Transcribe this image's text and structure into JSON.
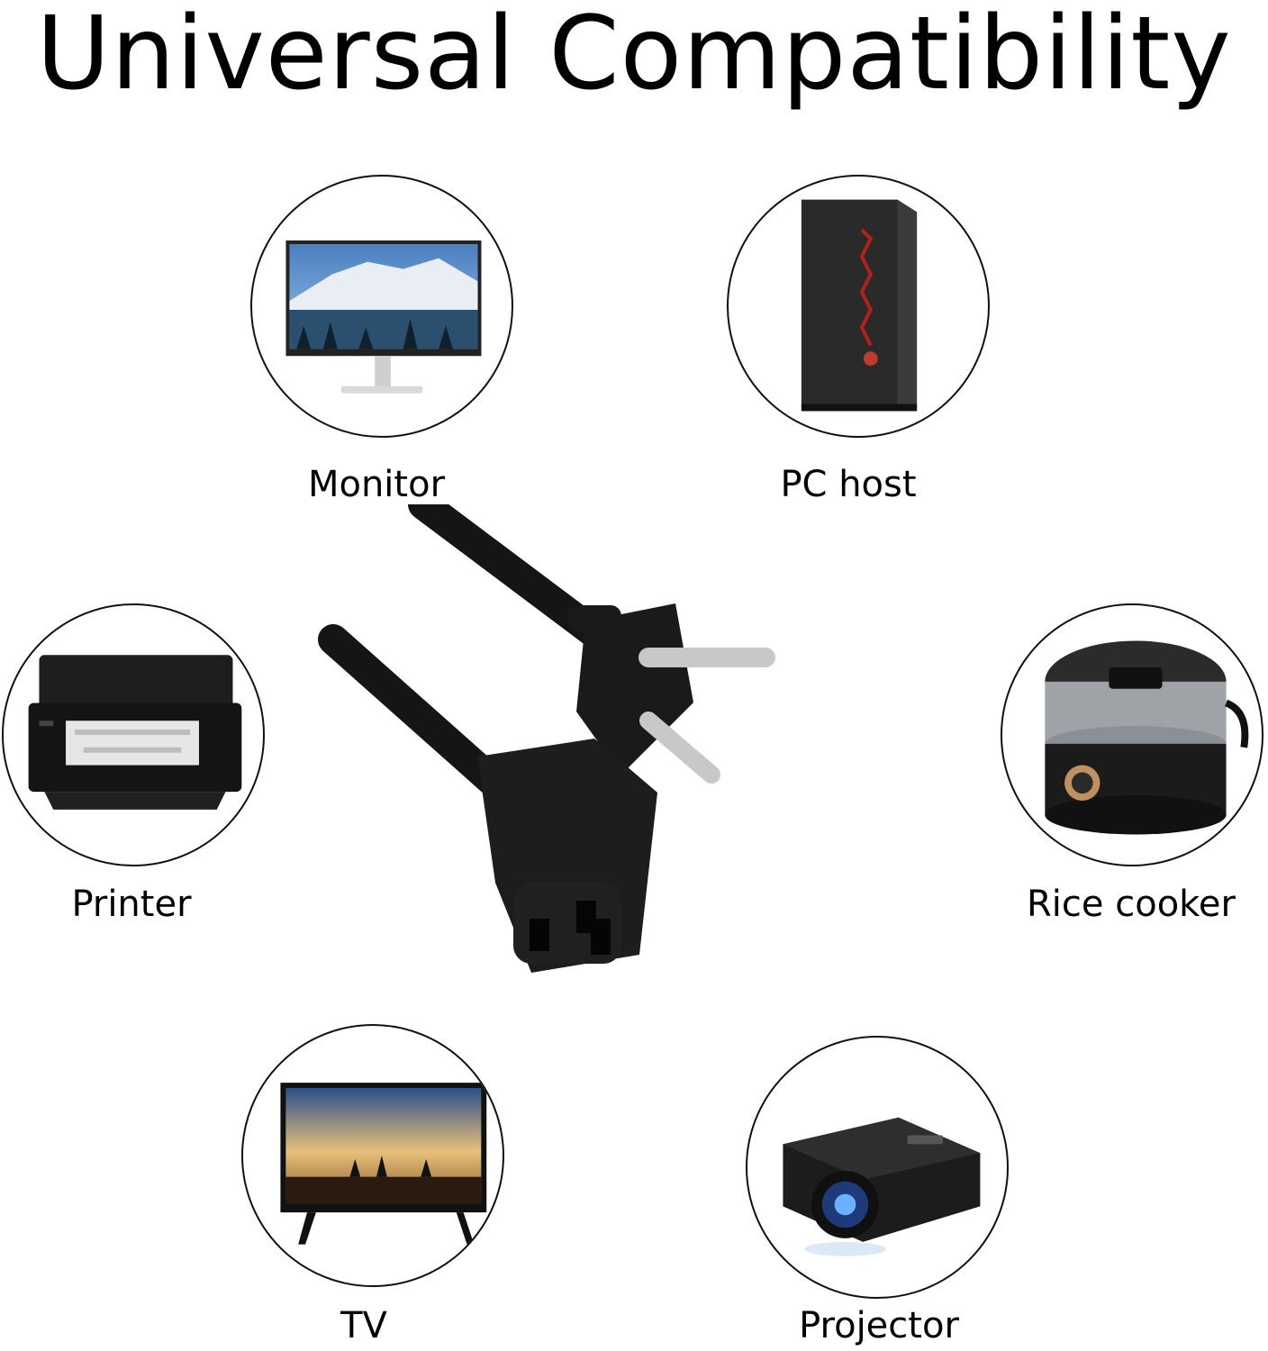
{
  "title": "Universal Compatibility",
  "devices": [
    {
      "label": "Monitor",
      "icon": "monitor-icon"
    },
    {
      "label": "PC host",
      "icon": "pc-tower-icon"
    },
    {
      "label": "Printer",
      "icon": "printer-icon"
    },
    {
      "label": "Rice cooker",
      "icon": "rice-cooker-icon"
    },
    {
      "label": "TV",
      "icon": "tv-icon"
    },
    {
      "label": "Projector",
      "icon": "projector-icon"
    }
  ],
  "colors": {
    "cable": "#151515",
    "outline": "#111111",
    "metal": "#c8c8c8"
  }
}
